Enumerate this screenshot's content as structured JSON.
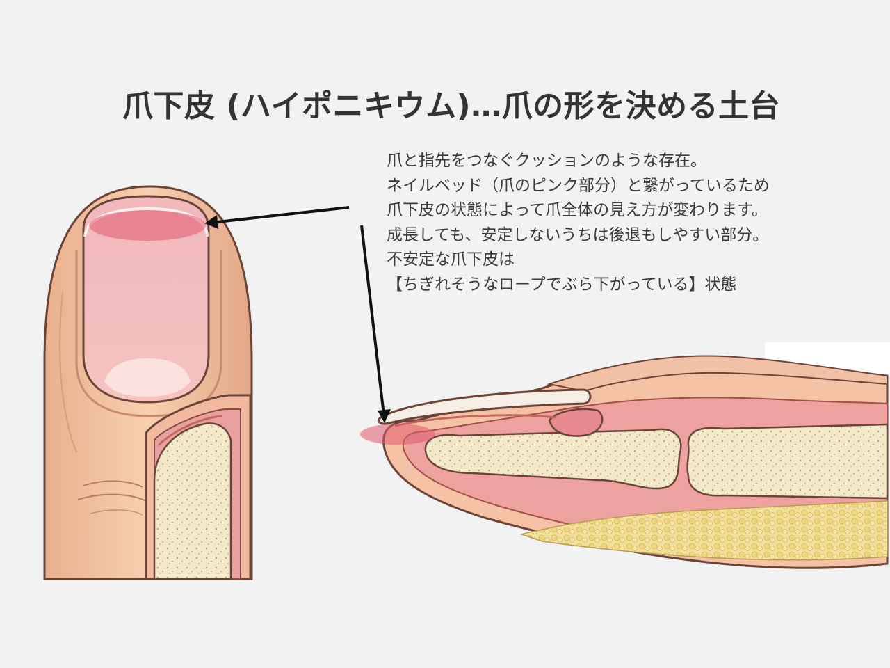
{
  "title": "爪下皮 (ハイポニキウム)…爪の形を決める土台",
  "description": [
    "爪と指先をつなぐクッションのような存在。",
    "ネイルベッド（爪のピンク部分）と繋がっているため",
    "爪下皮の状態によって爪全体の見え方が変わります。",
    "成長しても、安定しないうちは後退もしやすい部分。",
    "不安定な爪下皮は",
    "【ちぎれそうなロープでぶら下がっている】状態"
  ],
  "colors": {
    "background": "#f2f2f2",
    "skin": "#f5c9a8",
    "nail_pink": "#e88a96",
    "highlight": "#e05a6e",
    "bone": "#f3e8c8",
    "fat": "#f0dc8a",
    "outline": "#5a3a32"
  }
}
